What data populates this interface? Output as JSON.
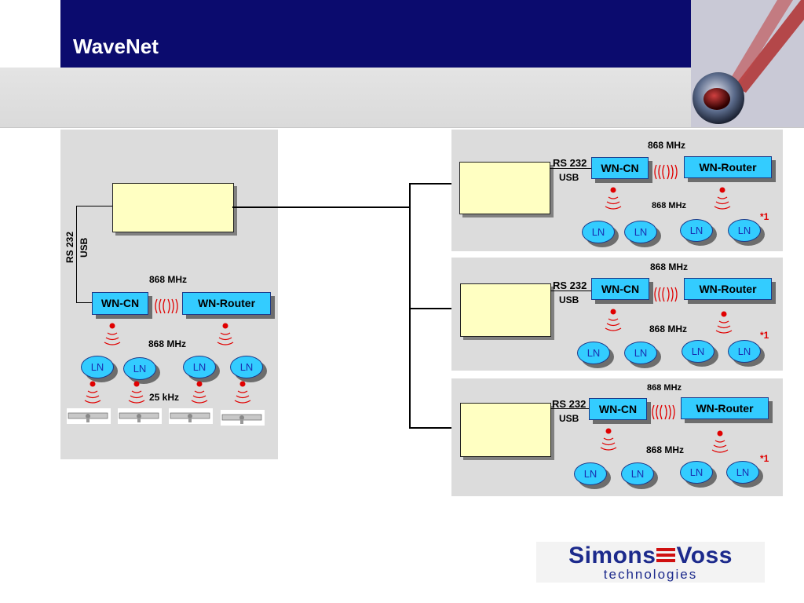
{
  "header": {
    "title": "WaveNet"
  },
  "left_panel": {
    "side_labels": [
      "RS 232",
      "USB"
    ],
    "freq_top": "868 MHz",
    "freq_mid": "868 MHz",
    "freq_low": "25 kHz",
    "nodes": {
      "cn": "WN-CN",
      "router": "WN-Router"
    },
    "ln_nodes": [
      "LN",
      "LN",
      "LN",
      "LN"
    ]
  },
  "right_panels": [
    {
      "freq_top": "868 MHz",
      "freq_mid": "868 MHz",
      "rs": "RS 232",
      "usb": "USB",
      "cn": "WN-CN",
      "router": "WN-Router",
      "ln": [
        "LN",
        "LN",
        "LN",
        "LN"
      ],
      "note": "*1"
    },
    {
      "freq_top": "868 MHz",
      "freq_mid": "868 MHz",
      "rs": "RS 232",
      "usb": "USB",
      "cn": "WN-CN",
      "router": "WN-Router",
      "ln": [
        "LN",
        "LN",
        "LN",
        "LN"
      ],
      "note": "*1"
    },
    {
      "freq_top": "868 MHz",
      "freq_mid": "868 MHz",
      "rs": "RS 232",
      "usb": "USB",
      "cn": "WN-CN",
      "router": "WN-Router",
      "ln": [
        "LN",
        "LN",
        "LN",
        "LN"
      ],
      "note": "*1"
    }
  ],
  "logo": {
    "main_left": "Simons",
    "main_right": "Voss",
    "sub": "technologies"
  },
  "colors": {
    "header": "#0b0b6e",
    "node": "#33ccff",
    "box": "#ffffc2",
    "panel": "#dcdcdc",
    "signal": "#e00000",
    "logo": "#1c2a8c"
  }
}
